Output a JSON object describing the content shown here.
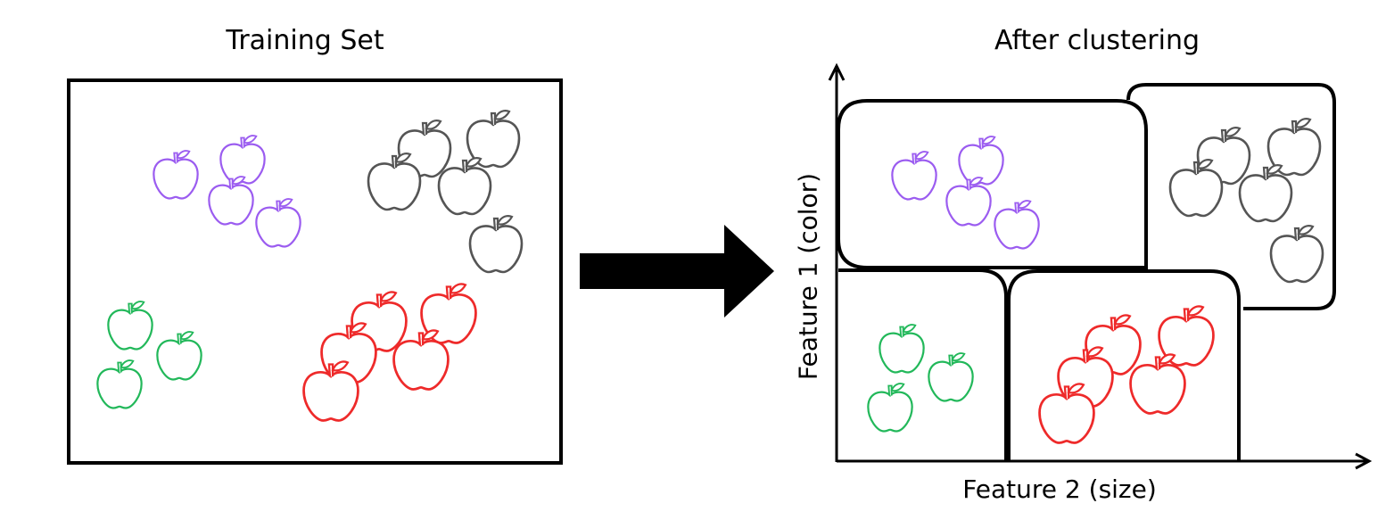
{
  "left_panel": {
    "title": "Training Set"
  },
  "right_panel": {
    "title": "After clustering",
    "x_axis_label": "Feature 2 (size)",
    "y_axis_label": "Feature 1 (color)"
  },
  "colors": {
    "purple": "#9b5cf0",
    "gray": "#555555",
    "green": "#22b85a",
    "red": "#ee2a2a",
    "line": "#000000"
  },
  "icons": {
    "apple": "apple-icon",
    "arrow": "arrow-right-icon"
  }
}
